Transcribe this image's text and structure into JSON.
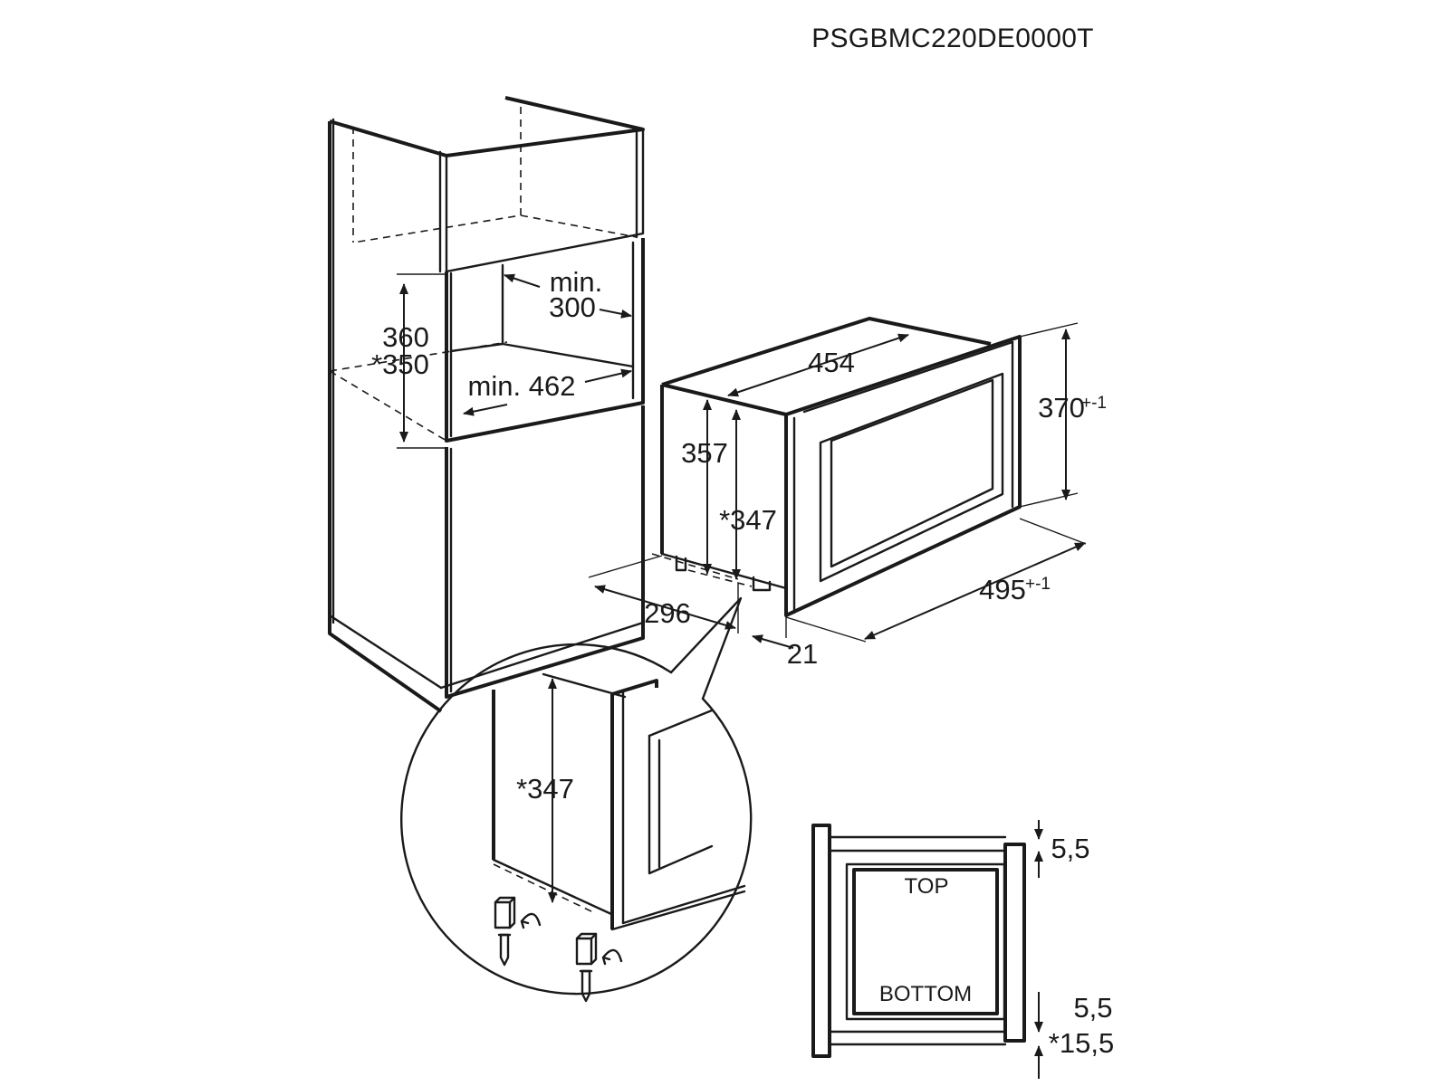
{
  "model_code": "PSGBMC220DE0000T",
  "cabinet": {
    "height_label": "360",
    "height_alt_label": "*350",
    "depth_min_prefix": "min.",
    "depth_min_value": "300",
    "width_min_label": "min. 462"
  },
  "appliance": {
    "width_body": "454",
    "height_front": "370",
    "height_front_tol": "+-1",
    "width_front": "495",
    "width_front_tol": "+-1",
    "height_body": "357",
    "height_body_alt": "*347",
    "depth": "296",
    "frame_depth": "21"
  },
  "detail": {
    "height_label": "*347"
  },
  "frame_section": {
    "top_label": "TOP",
    "bottom_label": "BOTTOM",
    "gap_top": "5,5",
    "gap_bottom": "5,5",
    "gap_bottom_alt": "*15,5"
  }
}
